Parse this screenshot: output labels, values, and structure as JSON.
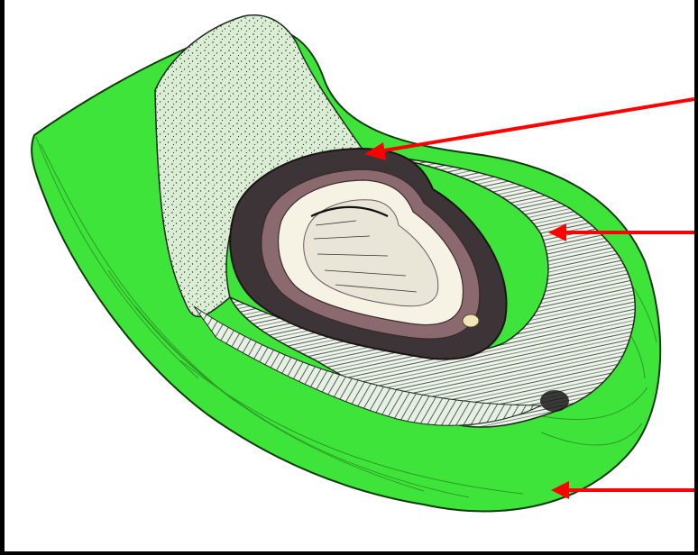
{
  "image": {
    "subject": "coconut-fruit-cross-section-icon",
    "colors": {
      "background": "#000000",
      "panel": "#ffffff",
      "outer_husk": "#3fe43a",
      "husk_outline": "#0e3b0b",
      "fibrous_mesocarp": "#e6efe2",
      "stippled_husk_cut": "#d6ebd0",
      "shell": "#5a4a4e",
      "shell_rim": "#8a6a6e",
      "meat": "#f7f3e4",
      "cavity": "#ece9dc",
      "arrow": "#ff0000"
    }
  },
  "arrows": [
    {
      "name": "arrow-to-shell",
      "color": "#ff0000"
    },
    {
      "name": "arrow-to-fibrous-mesocarp",
      "color": "#ff0000"
    },
    {
      "name": "arrow-to-outer-husk",
      "color": "#ff0000"
    }
  ]
}
